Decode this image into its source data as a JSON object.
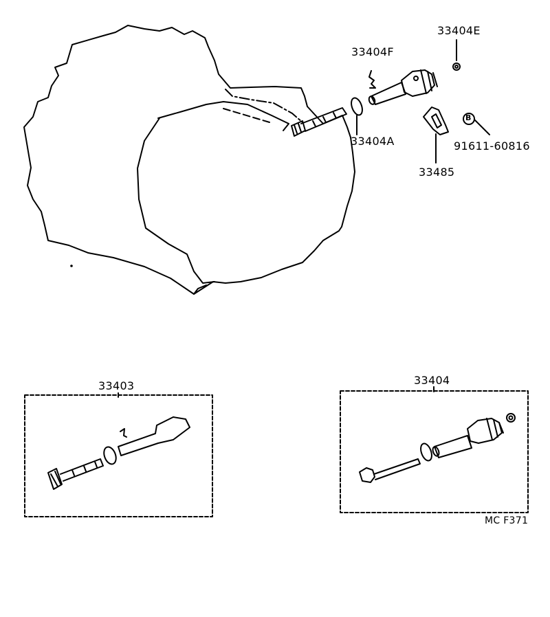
{
  "labels": {
    "p33404E": "33404E",
    "p33404F": "33404F",
    "p33404A": "33404A",
    "p33485": "33485",
    "p91611": "91611-60816",
    "bolt_marker": "B",
    "kit_33403": "33403",
    "kit_33404": "33404",
    "figure_code": "MC F371"
  },
  "colors": {
    "ink": "#000000",
    "paper": "#ffffff"
  }
}
